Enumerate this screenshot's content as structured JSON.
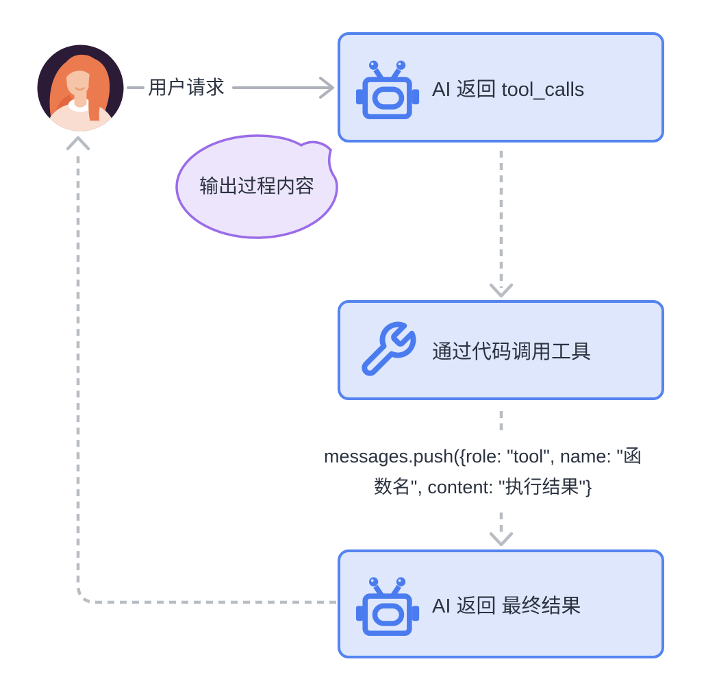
{
  "diagram": {
    "user_request_label": "用户请求",
    "speech_bubble": {
      "label": "输出过程内容"
    },
    "nodes": [
      {
        "label": "AI 返回 tool_calls",
        "icon": "robot-icon"
      },
      {
        "label": "通过代码调用工具",
        "icon": "wrench-icon"
      },
      {
        "label": "AI 返回 最终结果",
        "icon": "robot-icon"
      }
    ],
    "code_annotation": {
      "full_text": "messages.push({role: \"tool\", name: \"函数名\", content: \"执行结果\"}",
      "line1": "messages.push({role: \"tool\", name: \"函",
      "line2": "数名\", content: \"执行结果\"}"
    }
  },
  "colors": {
    "node_border": "#5584ef",
    "node_fill": "#dfe7fc",
    "icon_blue": "#4a7cf0",
    "bubble_border": "#9a6ce8",
    "bubble_fill": "#ece5fb",
    "solid_arrow_gray": "#aeb3bb",
    "dashed_arrow_gray": "#b8bdc4",
    "text": "#2b3240",
    "avatar_background": "#2b1b37",
    "avatar_hair": "#ec7a4f",
    "avatar_skin": "#f6c5a7",
    "avatar_blouse": "#f9ddd1"
  }
}
